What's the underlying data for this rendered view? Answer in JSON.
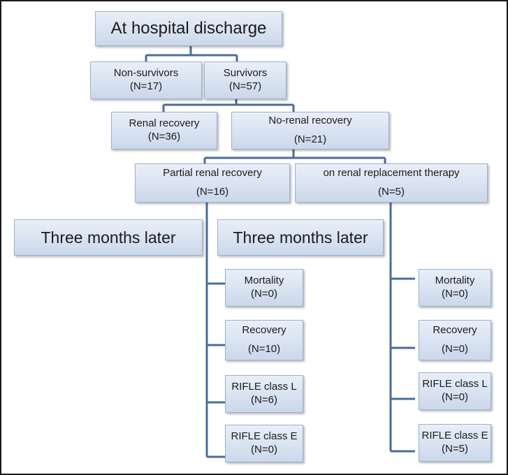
{
  "colors": {
    "connector": "#4a6d9a",
    "box_top": "#e9eff8",
    "box_bottom": "#cbd8eb",
    "border": "#9db0cb"
  },
  "root": {
    "label": "At hospital discharge"
  },
  "non_survivors": {
    "label": "Non-survivors",
    "n": "(N=17)"
  },
  "survivors": {
    "label": "Survivors",
    "n": "(N=57)"
  },
  "renal_recovery": {
    "label": "Renal recovery",
    "n": "(N=36)"
  },
  "no_renal_recovery": {
    "label": "No-renal recovery",
    "n": "(N=21)"
  },
  "partial_recovery": {
    "label": "Partial renal recovery",
    "n": "(N=16)"
  },
  "rrt": {
    "label": "on renal replacement therapy",
    "n": "(N=5)"
  },
  "three_months_left": {
    "label": "Three  months later"
  },
  "three_months_mid": {
    "label": "Three  months later"
  },
  "partial_outcomes": [
    {
      "label": "Mortality",
      "n": "(N=0)"
    },
    {
      "label": "Recovery",
      "n": "(N=10)"
    },
    {
      "label": "RIFLE class L",
      "n": "(N=6)"
    },
    {
      "label": "RIFLE class E",
      "n": "(N=0)"
    }
  ],
  "rrt_outcomes": [
    {
      "label": "Mortality",
      "n": "(N=0)"
    },
    {
      "label": "Recovery",
      "n": "(N=0)"
    },
    {
      "label": "RIFLE class L",
      "n": "(N=0)"
    },
    {
      "label": "RIFLE class E",
      "n": "(N=5)"
    }
  ]
}
